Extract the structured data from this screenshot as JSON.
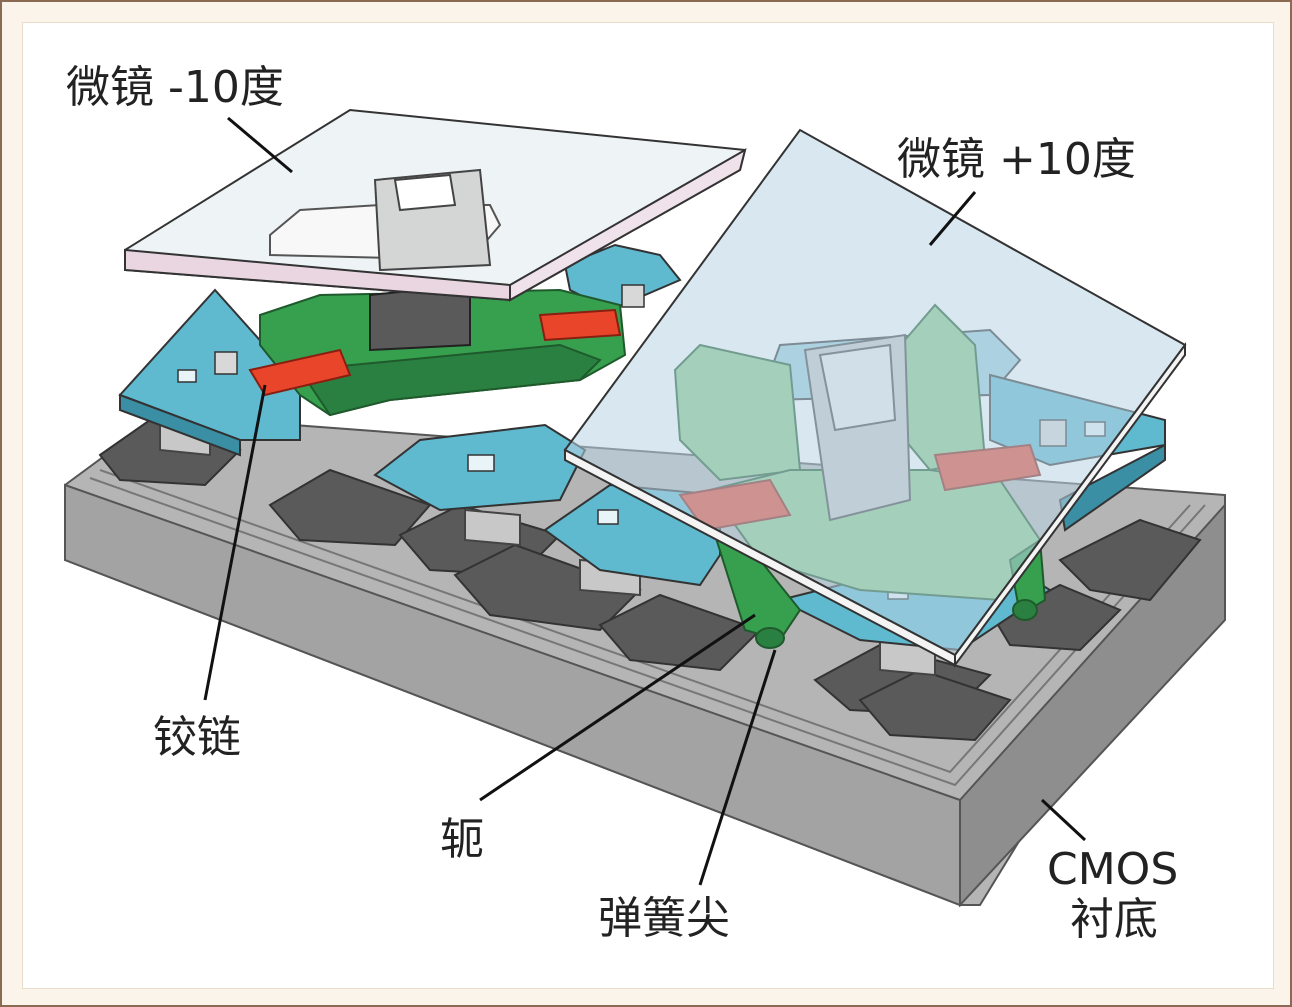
{
  "labels": {
    "mirror_minus": "微镜 -10度",
    "mirror_plus": "微镜 +10度",
    "hinge": "铰链",
    "yoke": "轭",
    "spring_tip": "弹簧尖",
    "cmos_line1": "CMOS",
    "cmos_line2": "衬底"
  },
  "colors": {
    "mirror_glass": "#eef4f6",
    "mirror_tilted": "#b8d3e3",
    "electrode_cyan": "#5fb9cf",
    "yoke_green": "#36a04e",
    "yoke_light_green": "#8cc98a",
    "hinge_red": "#e8452b",
    "substrate_gray": "#a8a8a8",
    "post_gray": "#c8c8c8",
    "dark_pad": "#5a5a5a"
  }
}
